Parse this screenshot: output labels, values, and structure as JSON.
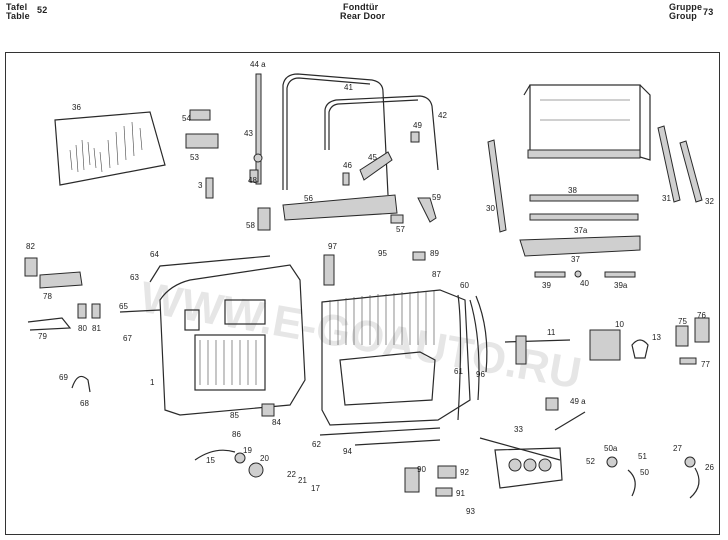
{
  "header": {
    "tafel": "Tafel",
    "table": "Table",
    "table_no": "52",
    "title_de": "Fondtür",
    "title_en": "Rear Door",
    "gruppe": "Gruppe",
    "group": "Group",
    "group_no": "73"
  },
  "watermark": "WWW.E-GOAUTO.RU",
  "labels": {
    "p1": "1",
    "p3": "3",
    "p10": "10",
    "p11": "11",
    "p13": "13",
    "p15": "15",
    "p17": "17",
    "p19": "19",
    "p20": "20",
    "p21": "21",
    "p22": "22",
    "p26": "26",
    "p27": "27",
    "p30": "30",
    "p31": "31",
    "p32": "32",
    "p33": "33",
    "p36": "36",
    "p37": "37",
    "p37a": "37a",
    "p38": "38",
    "p39": "39",
    "p39a": "39a",
    "p40": "40",
    "p41": "41",
    "p42": "42",
    "p43": "43",
    "p44a": "44 a",
    "p45": "45",
    "p46": "46",
    "p48": "48",
    "p49": "49",
    "p49a": "49 a",
    "p50": "50",
    "p50a": "50a",
    "p51": "51",
    "p52": "52",
    "p53": "53",
    "p54": "54",
    "p56": "56",
    "p57": "57",
    "p58": "58",
    "p59": "59",
    "p60": "60",
    "p61": "61",
    "p62": "62",
    "p63": "63",
    "p64": "64",
    "p65": "65",
    "p67": "67",
    "p68": "68",
    "p69": "69",
    "p75": "75",
    "p76": "76",
    "p77": "77",
    "p78": "78",
    "p79": "79",
    "p80": "80",
    "p81": "81",
    "p82": "82",
    "p84": "84",
    "p85": "85",
    "p86": "86",
    "p87": "87",
    "p89": "89",
    "p90": "90",
    "p91": "91",
    "p92": "92",
    "p93": "93",
    "p94": "94",
    "p95": "95",
    "p96": "96",
    "p97": "97"
  }
}
